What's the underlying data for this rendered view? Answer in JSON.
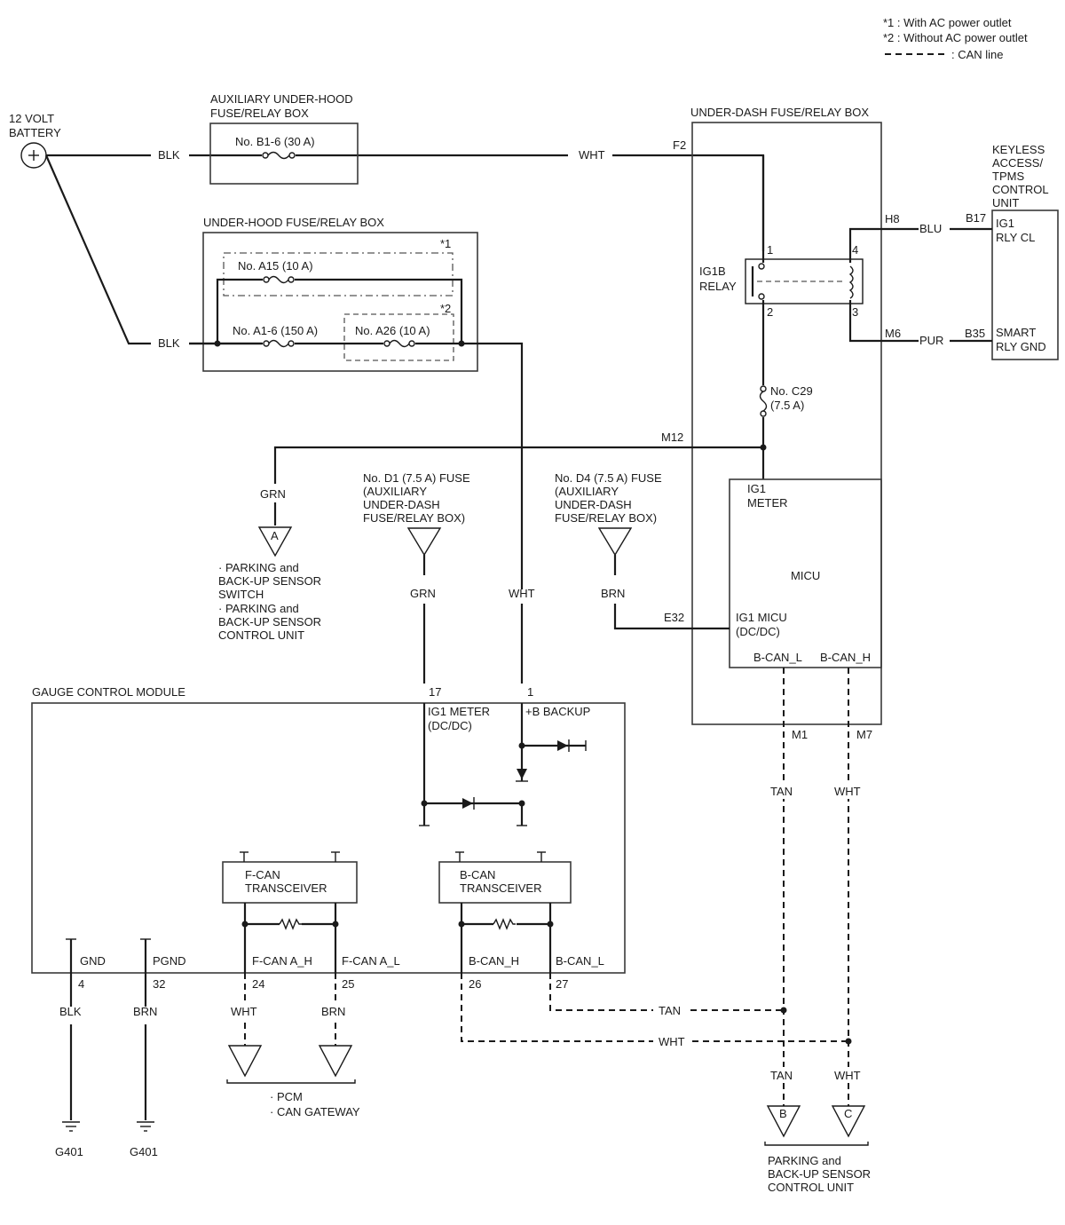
{
  "legend": {
    "note1": "*1 : With AC power outlet",
    "note2": "*2 : Without AC power outlet",
    "can_line": ": CAN line"
  },
  "battery": {
    "line1": "12 VOLT",
    "line2": "BATTERY"
  },
  "aux_hood_box": {
    "line1": "AUXILIARY UNDER-HOOD",
    "line2": "FUSE/RELAY BOX",
    "fuse_b1_6": "No. B1-6 (30 A)"
  },
  "hood_box": {
    "title": "UNDER-HOOD FUSE/RELAY BOX",
    "star1": "*1",
    "star2": "*2",
    "fuse_a15": "No. A15 (10 A)",
    "fuse_a1_6": "No. A1-6 (150 A)",
    "fuse_a26": "No. A26 (10 A)"
  },
  "dash_box": {
    "title": "UNDER-DASH FUSE/RELAY BOX",
    "relay_l1": "IG1B",
    "relay_l2": "RELAY",
    "fuse_c29_l1": "No. C29",
    "fuse_c29_l2": "(7.5 A)",
    "ig1_meter_l1": "IG1",
    "ig1_meter_l2": "METER",
    "micu": "MICU",
    "ig1_micu_l1": "IG1 MICU",
    "ig1_micu_l2": "(DC/DC)",
    "bcan_l": "B-CAN_L",
    "bcan_h": "B-CAN_H"
  },
  "keyless": {
    "l1": "KEYLESS",
    "l2": "ACCESS/",
    "l3": "TPMS",
    "l4": "CONTROL",
    "l5": "UNIT",
    "ig1_l1": "IG1",
    "ig1_l2": "RLY CL",
    "smart_l1": "SMART",
    "smart_l2": "RLY GND"
  },
  "pins": {
    "f2": "F2",
    "h8": "H8",
    "m6": "M6",
    "b17": "B17",
    "b35": "B35",
    "r1": "1",
    "r2": "2",
    "r3": "3",
    "r4": "4",
    "m12": "M12",
    "e32": "E32",
    "m1": "M1",
    "m7": "M7",
    "p17": "17",
    "p1": "1",
    "p4": "4",
    "p32": "32",
    "p24": "24",
    "p25": "25",
    "p26": "26",
    "p27": "27"
  },
  "wires": {
    "blk1": "BLK",
    "blk2": "BLK",
    "wht_top": "WHT",
    "blu": "BLU",
    "pur": "PUR",
    "grn_a": "GRN",
    "grn_d1": "GRN",
    "wht_mid": "WHT",
    "brn_d4": "BRN",
    "tan_m1": "TAN",
    "wht_m7": "WHT",
    "blk_g": "BLK",
    "brn_g": "BRN",
    "wht_24": "WHT",
    "brn_25": "BRN",
    "tan_bus": "TAN",
    "wht_bus": "WHT",
    "tan_b": "TAN",
    "wht_c": "WHT"
  },
  "connectors": {
    "a": "A",
    "b": "B",
    "c": "C",
    "a_desc1": "· PARKING and",
    "a_desc2": "BACK-UP SENSOR",
    "a_desc3": "SWITCH",
    "a_desc4": "· PARKING and",
    "a_desc5": "BACK-UP SENSOR",
    "a_desc6": "CONTROL UNIT",
    "d1_l1": "No. D1 (7.5 A) FUSE",
    "d1_l2": "(AUXILIARY",
    "d1_l3": "UNDER-DASH",
    "d1_l4": "FUSE/RELAY BOX)",
    "d4_l1": "No. D4 (7.5 A) FUSE",
    "d4_l2": "(AUXILIARY",
    "d4_l3": "UNDER-DASH",
    "d4_l4": "FUSE/RELAY BOX)",
    "pcm": "· PCM",
    "gateway": "· CAN GATEWAY",
    "bc_l1": "PARKING and",
    "bc_l2": "BACK-UP SENSOR",
    "bc_l3": "CONTROL UNIT"
  },
  "gcm": {
    "title": "GAUGE CONTROL MODULE",
    "ig1_l1": "IG1 METER",
    "ig1_l2": "(DC/DC)",
    "backup": "+B BACKUP",
    "fcan_l1": "F-CAN",
    "fcan_l2": "TRANSCEIVER",
    "bcan_l1": "B-CAN",
    "bcan_l2": "TRANSCEIVER",
    "gnd": "GND",
    "pgnd": "PGND",
    "fcan_ah": "F-CAN A_H",
    "fcan_al": "F-CAN A_L",
    "bcan_h": "B-CAN_H",
    "bcan_l": "B-CAN_L"
  },
  "grounds": {
    "g1": "G401",
    "g2": "G401"
  }
}
